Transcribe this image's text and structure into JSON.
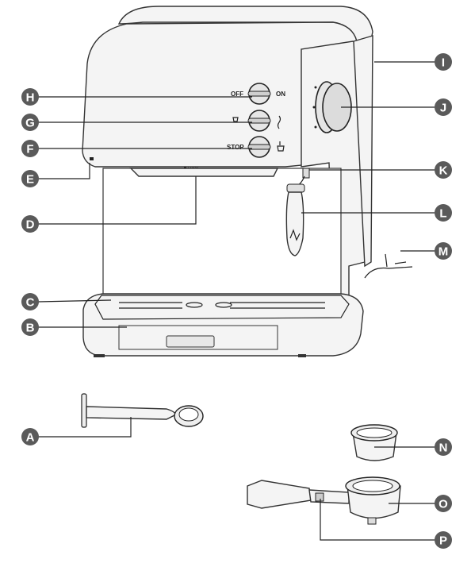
{
  "callouts": [
    {
      "id": "A",
      "label": "A"
    },
    {
      "id": "B",
      "label": "B"
    },
    {
      "id": "C",
      "label": "C"
    },
    {
      "id": "D",
      "label": "D"
    },
    {
      "id": "E",
      "label": "E"
    },
    {
      "id": "F",
      "label": "F"
    },
    {
      "id": "G",
      "label": "G"
    },
    {
      "id": "H",
      "label": "H"
    },
    {
      "id": "I",
      "label": "I"
    },
    {
      "id": "J",
      "label": "J"
    },
    {
      "id": "K",
      "label": "K"
    },
    {
      "id": "L",
      "label": "L"
    },
    {
      "id": "M",
      "label": "M"
    },
    {
      "id": "N",
      "label": "N"
    },
    {
      "id": "O",
      "label": "O"
    },
    {
      "id": "P",
      "label": "P"
    }
  ],
  "machine_labels": {
    "off": "OFF",
    "on": "ON",
    "stop": "STOP",
    "lock": "LOCK"
  },
  "colors": {
    "callout_fill": "#5a5a5a",
    "line": "#222222",
    "body_fill": "#f4f4f4"
  }
}
